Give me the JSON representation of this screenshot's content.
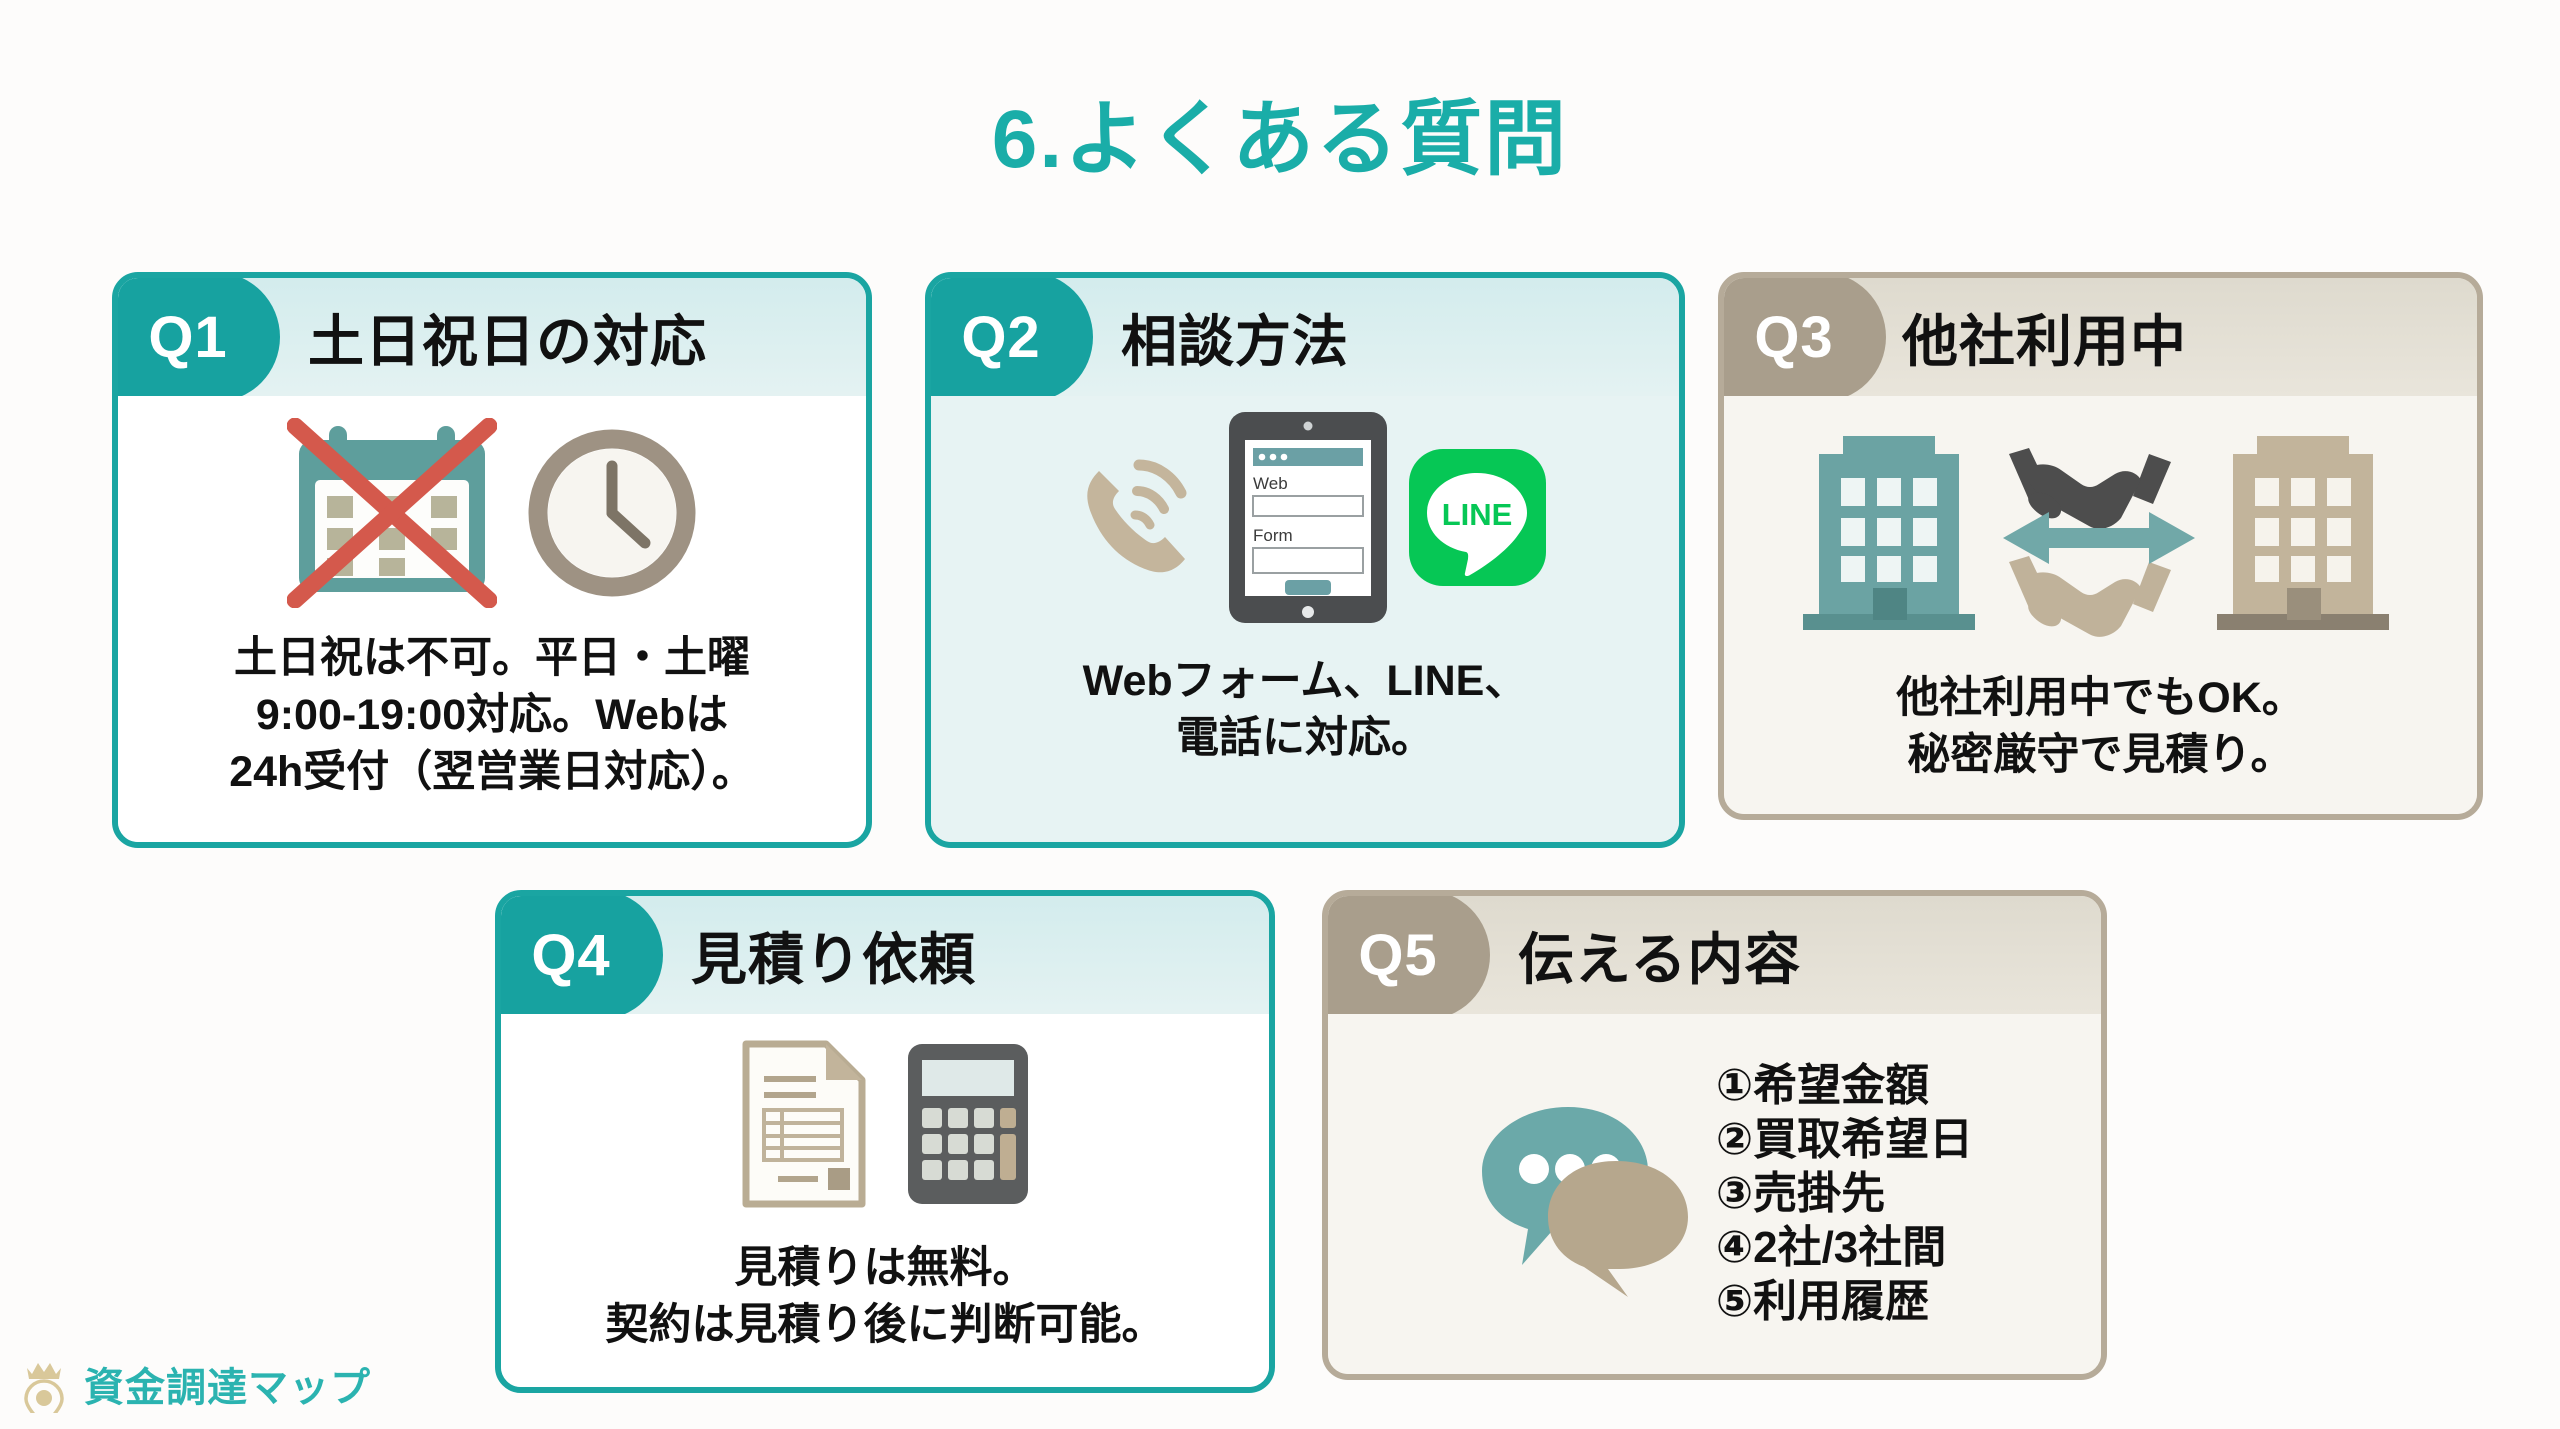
{
  "slide": {
    "title": "6.よくある質問",
    "accent_teal": "#1aada8",
    "accent_beige": "#a99e8c",
    "background": "#fdfcfb"
  },
  "cards": [
    {
      "id": "q1",
      "badge": "Q1",
      "theme": "teal",
      "title": "土日祝日の対応",
      "icons": [
        "calendar-crossed-out-icon",
        "clock-icon"
      ],
      "text": "土日祝は不可。平日・土曜\n9:00-19:00対応。Webは\n24h受付（翌営業日対応）。"
    },
    {
      "id": "q2",
      "badge": "Q2",
      "theme": "teal",
      "title": "相談方法",
      "icons": [
        "phone-ringing-icon",
        "tablet-web-form-icon",
        "line-app-icon"
      ],
      "tablet_labels": {
        "field1": "Web",
        "field2": "Form"
      },
      "line_label": "LINE",
      "text": "Webフォーム、LINE、\n電話に対応。"
    },
    {
      "id": "q3",
      "badge": "Q3",
      "theme": "beige",
      "title": "他社利用中",
      "icons": [
        "building-teal-icon",
        "handshake-dark-icon",
        "double-arrow-icon",
        "handshake-taupe-icon",
        "building-taupe-icon"
      ],
      "text": "他社利用中でもOK。\n秘密厳守で見積り。"
    },
    {
      "id": "q4",
      "badge": "Q4",
      "theme": "teal",
      "title": "見積り依頼",
      "icons": [
        "invoice-document-icon",
        "calculator-icon"
      ],
      "text": "見積りは無料。\n契約は見積り後に判断可能。"
    },
    {
      "id": "q5",
      "badge": "Q5",
      "theme": "beige",
      "title": "伝える内容",
      "icons": [
        "speech-bubbles-icon"
      ],
      "list": [
        "①希望金額",
        "②買取希望日",
        "③売掛先",
        "④2社/3社間",
        "⑤利用履歴"
      ]
    }
  ],
  "logo": {
    "text": "資金調達マップ",
    "icon": "crown-pin-icon",
    "color": "#2bb3b0",
    "crown_color": "#d9c89a"
  }
}
